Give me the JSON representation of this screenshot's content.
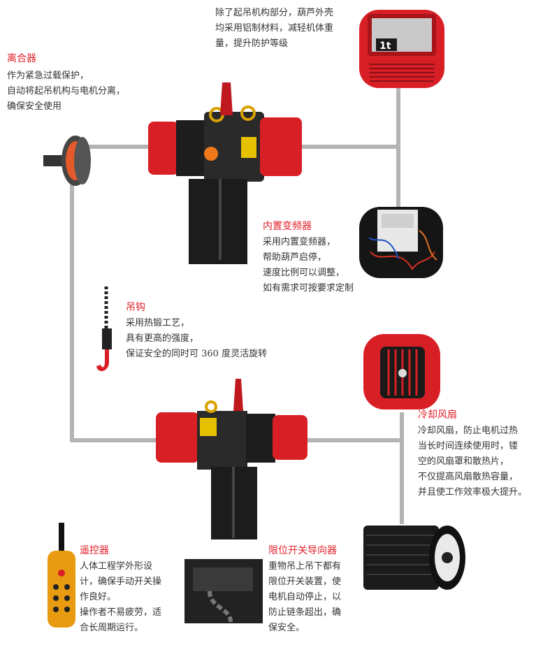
{
  "colors": {
    "accent_red": "#e2202a",
    "connector_gray": "#b4b4b4",
    "body_text": "#333333",
    "hoist_red": "#d91f26",
    "hoist_black": "#1d1d1d"
  },
  "top_note": {
    "lines": [
      "除了起吊机构部分，葫芦外壳",
      "均采用铝制材料，减轻机体重",
      "量，提升防护等级"
    ]
  },
  "clutch": {
    "title": "离合器",
    "lines": [
      "作为紧急过载保护，",
      "自动将起吊机构与电机分离，",
      "确保安全使用"
    ]
  },
  "inverter": {
    "title": "内置变频器",
    "lines": [
      "采用内置变频器，",
      "帮助葫芦启停，",
      "速度比例可以调整，",
      "如有需求可按要求定制"
    ]
  },
  "hook": {
    "title": "吊钩",
    "lines": [
      "采用热锻工艺，",
      "具有更高的强度，",
      "保证安全的同时可 360 度灵活旋转"
    ]
  },
  "fan": {
    "title": "冷却风扇",
    "lines": [
      "冷却风扇，防止电机过热",
      "当长时间连续使用时，镂",
      "空的风扇罩和散热片，",
      "不仅提高风扇散热容量，",
      "并且使工作效率极大提升。"
    ]
  },
  "remote": {
    "title": "遥控器",
    "lines": [
      "人体工程学外形设",
      "计，确保手动开关操",
      "作良好。",
      "操作者不易疲劳，适",
      "合长周期运行。"
    ]
  },
  "limit": {
    "title": "限位开关导向器",
    "lines": [
      "重物吊上吊下都有",
      "限位开关装置，使",
      "电机自动停止，以",
      "防止链条超出，确",
      "保安全。"
    ]
  },
  "nameplate": {
    "capacity": "1t"
  }
}
